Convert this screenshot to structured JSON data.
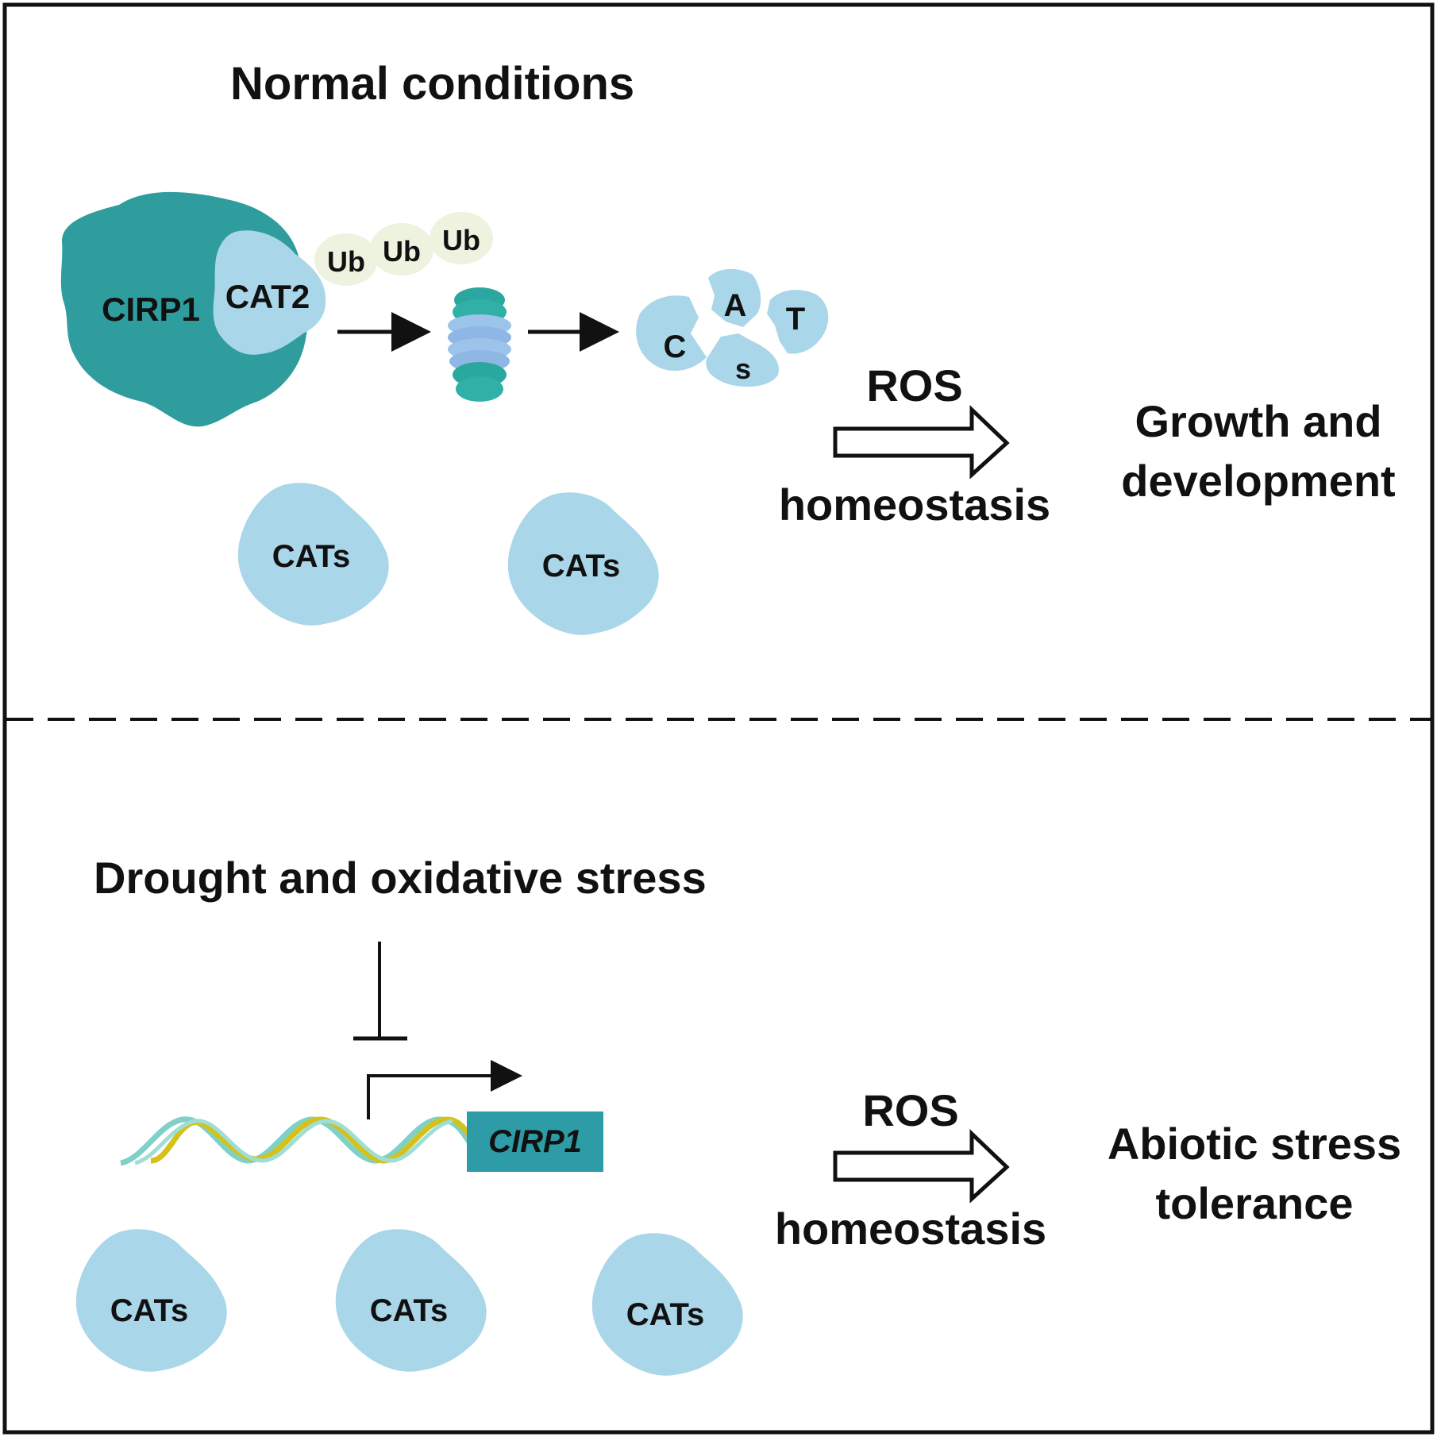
{
  "top_panel": {
    "title": "Normal conditions",
    "complex": {
      "cirp1_label": "CIRP1",
      "cat2_label": "CAT2",
      "ub_tags": [
        "Ub",
        "Ub",
        "Ub"
      ]
    },
    "fragment_letters": [
      "C",
      "A",
      "s",
      "T"
    ],
    "free_cats": [
      "CATs",
      "CATs"
    ],
    "ros_label": "ROS",
    "homeostasis_label": "homeostasis",
    "outcome_lines": [
      "Growth and",
      "development"
    ]
  },
  "bottom_panel": {
    "title": "Drought and oxidative stress",
    "gene_label": "CIRP1",
    "free_cats": [
      "CATs",
      "CATs",
      "CATs"
    ],
    "ros_label": "ROS",
    "homeostasis_label": "homeostasis",
    "outcome_lines": [
      "Abiotic stress",
      "tolerance"
    ]
  },
  "colors": {
    "cirp1": "#2f9c9e",
    "cat_light": "#a9d6e8",
    "ub": "#eef3df",
    "gene_box": "#2d9ca6",
    "dna_teal": "#7fd0c6",
    "dna_yellow": "#d4c21c",
    "proteasome_teal": "#2aa89f",
    "proteasome_blue": "#9cc3ea"
  }
}
